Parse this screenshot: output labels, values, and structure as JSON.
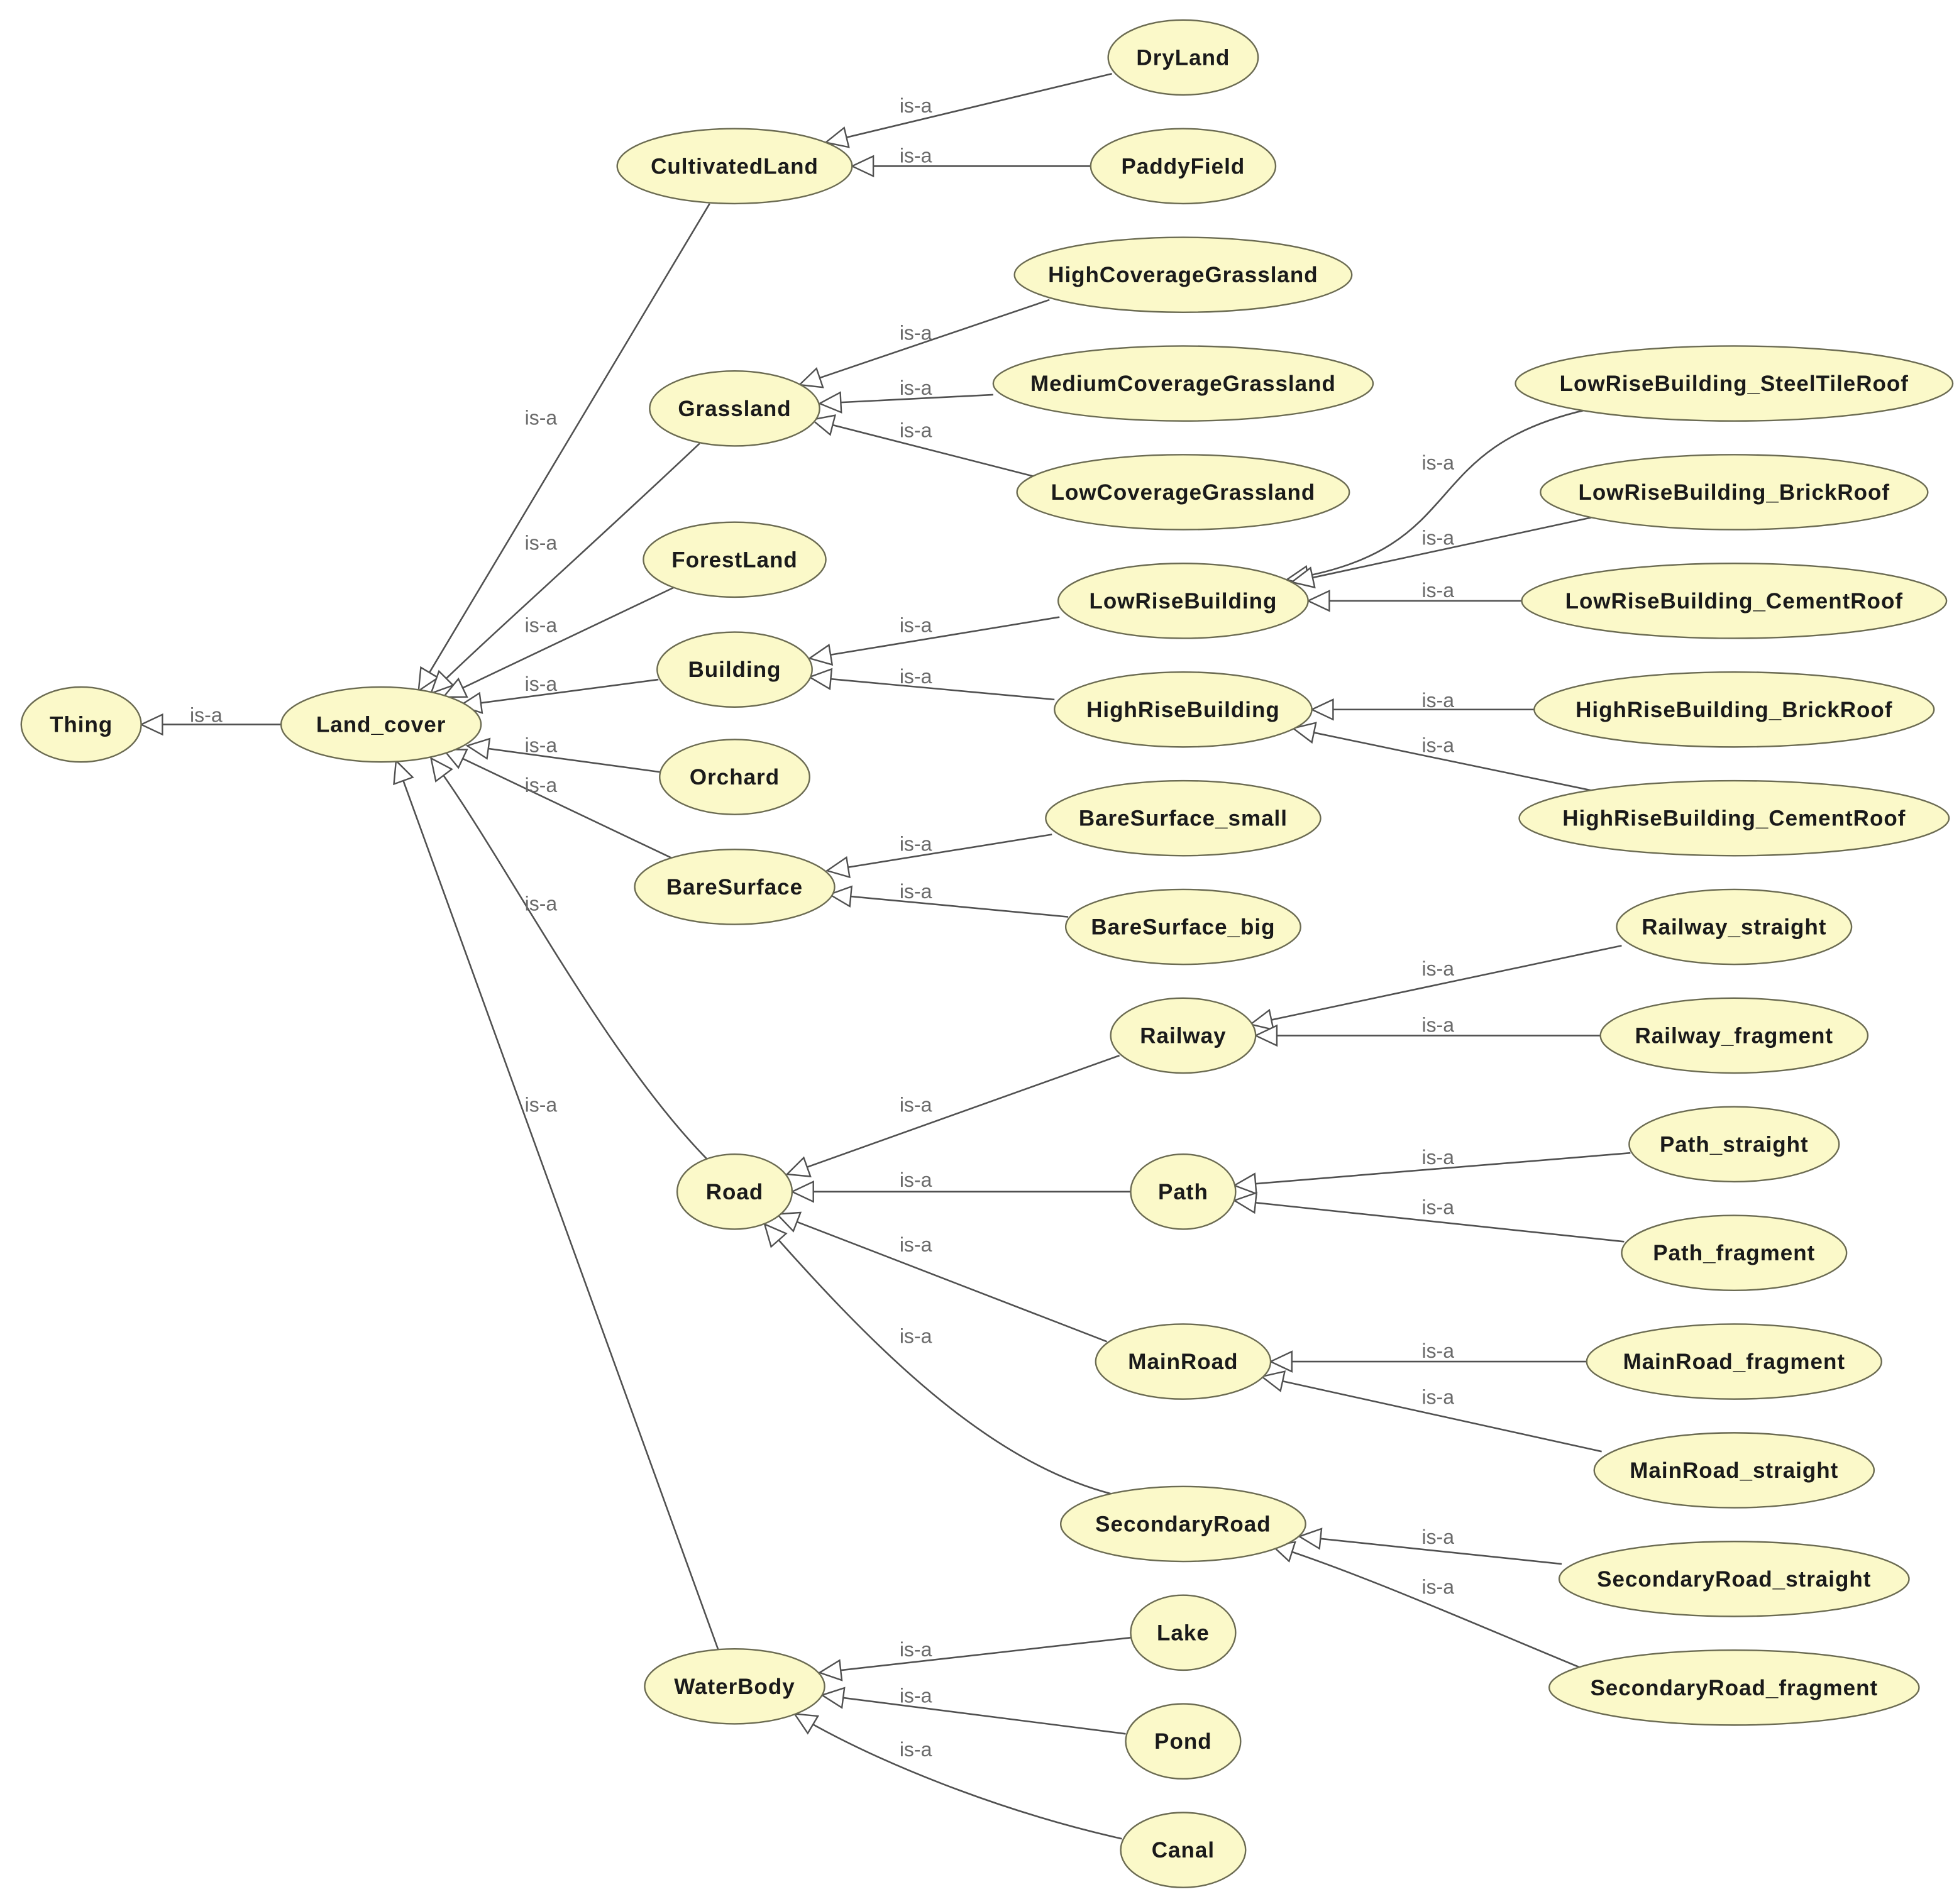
{
  "edge_label": "is-a",
  "nodes": [
    {
      "id": "Thing",
      "label": "Thing"
    },
    {
      "id": "Land_cover",
      "label": "Land_cover"
    },
    {
      "id": "CultivatedLand",
      "label": "CultivatedLand"
    },
    {
      "id": "DryLand",
      "label": "DryLand"
    },
    {
      "id": "PaddyField",
      "label": "PaddyField"
    },
    {
      "id": "Grassland",
      "label": "Grassland"
    },
    {
      "id": "HighCoverageGrassland",
      "label": "HighCoverageGrassland"
    },
    {
      "id": "MediumCoverageGrassland",
      "label": "MediumCoverageGrassland"
    },
    {
      "id": "LowCoverageGrassland",
      "label": "LowCoverageGrassland"
    },
    {
      "id": "ForestLand",
      "label": "ForestLand"
    },
    {
      "id": "Building",
      "label": "Building"
    },
    {
      "id": "LowRiseBuilding",
      "label": "LowRiseBuilding"
    },
    {
      "id": "HighRiseBuilding",
      "label": "HighRiseBuilding"
    },
    {
      "id": "LowRiseBuilding_SteelTileRoof",
      "label": "LowRiseBuilding_SteelTileRoof"
    },
    {
      "id": "LowRiseBuilding_BrickRoof",
      "label": "LowRiseBuilding_BrickRoof"
    },
    {
      "id": "LowRiseBuilding_CementRoof",
      "label": "LowRiseBuilding_CementRoof"
    },
    {
      "id": "HighRiseBuilding_BrickRoof",
      "label": "HighRiseBuilding_BrickRoof"
    },
    {
      "id": "HighRiseBuilding_CementRoof",
      "label": "HighRiseBuilding_CementRoof"
    },
    {
      "id": "Orchard",
      "label": "Orchard"
    },
    {
      "id": "BareSurface",
      "label": "BareSurface"
    },
    {
      "id": "BareSurface_small",
      "label": "BareSurface_small"
    },
    {
      "id": "BareSurface_big",
      "label": "BareSurface_big"
    },
    {
      "id": "Road",
      "label": "Road"
    },
    {
      "id": "Railway",
      "label": "Railway"
    },
    {
      "id": "Railway_straight",
      "label": "Railway_straight"
    },
    {
      "id": "Railway_fragment",
      "label": "Railway_fragment"
    },
    {
      "id": "Path",
      "label": "Path"
    },
    {
      "id": "Path_straight",
      "label": "Path_straight"
    },
    {
      "id": "Path_fragment",
      "label": "Path_fragment"
    },
    {
      "id": "MainRoad",
      "label": "MainRoad"
    },
    {
      "id": "MainRoad_fragment",
      "label": "MainRoad_fragment"
    },
    {
      "id": "MainRoad_straight",
      "label": "MainRoad_straight"
    },
    {
      "id": "SecondaryRoad",
      "label": "SecondaryRoad"
    },
    {
      "id": "SecondaryRoad_straight",
      "label": "SecondaryRoad_straight"
    },
    {
      "id": "SecondaryRoad_fragment",
      "label": "SecondaryRoad_fragment"
    },
    {
      "id": "WaterBody",
      "label": "WaterBody"
    },
    {
      "id": "Lake",
      "label": "Lake"
    },
    {
      "id": "Pond",
      "label": "Pond"
    },
    {
      "id": "Canal",
      "label": "Canal"
    }
  ],
  "edges": [
    {
      "from": "Land_cover",
      "to": "Thing",
      "label": "is-a"
    },
    {
      "from": "CultivatedLand",
      "to": "Land_cover",
      "label": "is-a"
    },
    {
      "from": "Grassland",
      "to": "Land_cover",
      "label": "is-a"
    },
    {
      "from": "ForestLand",
      "to": "Land_cover",
      "label": "is-a"
    },
    {
      "from": "Building",
      "to": "Land_cover",
      "label": "is-a"
    },
    {
      "from": "Orchard",
      "to": "Land_cover",
      "label": "is-a"
    },
    {
      "from": "BareSurface",
      "to": "Land_cover",
      "label": "is-a"
    },
    {
      "from": "Road",
      "to": "Land_cover",
      "label": "is-a"
    },
    {
      "from": "WaterBody",
      "to": "Land_cover",
      "label": "is-a"
    },
    {
      "from": "DryLand",
      "to": "CultivatedLand",
      "label": "is-a"
    },
    {
      "from": "PaddyField",
      "to": "CultivatedLand",
      "label": "is-a"
    },
    {
      "from": "HighCoverageGrassland",
      "to": "Grassland",
      "label": "is-a"
    },
    {
      "from": "MediumCoverageGrassland",
      "to": "Grassland",
      "label": "is-a"
    },
    {
      "from": "LowCoverageGrassland",
      "to": "Grassland",
      "label": "is-a"
    },
    {
      "from": "LowRiseBuilding",
      "to": "Building",
      "label": "is-a"
    },
    {
      "from": "HighRiseBuilding",
      "to": "Building",
      "label": "is-a"
    },
    {
      "from": "LowRiseBuilding_SteelTileRoof",
      "to": "LowRiseBuilding",
      "label": "is-a"
    },
    {
      "from": "LowRiseBuilding_BrickRoof",
      "to": "LowRiseBuilding",
      "label": "is-a"
    },
    {
      "from": "LowRiseBuilding_CementRoof",
      "to": "LowRiseBuilding",
      "label": "is-a"
    },
    {
      "from": "HighRiseBuilding_BrickRoof",
      "to": "HighRiseBuilding",
      "label": "is-a"
    },
    {
      "from": "HighRiseBuilding_CementRoof",
      "to": "HighRiseBuilding",
      "label": "is-a"
    },
    {
      "from": "BareSurface_small",
      "to": "BareSurface",
      "label": "is-a"
    },
    {
      "from": "BareSurface_big",
      "to": "BareSurface",
      "label": "is-a"
    },
    {
      "from": "Railway",
      "to": "Road",
      "label": "is-a"
    },
    {
      "from": "Path",
      "to": "Road",
      "label": "is-a"
    },
    {
      "from": "MainRoad",
      "to": "Road",
      "label": "is-a"
    },
    {
      "from": "SecondaryRoad",
      "to": "Road",
      "label": "is-a"
    },
    {
      "from": "Railway_straight",
      "to": "Railway",
      "label": "is-a"
    },
    {
      "from": "Railway_fragment",
      "to": "Railway",
      "label": "is-a"
    },
    {
      "from": "Path_straight",
      "to": "Path",
      "label": "is-a"
    },
    {
      "from": "Path_fragment",
      "to": "Path",
      "label": "is-a"
    },
    {
      "from": "MainRoad_fragment",
      "to": "MainRoad",
      "label": "is-a"
    },
    {
      "from": "MainRoad_straight",
      "to": "MainRoad",
      "label": "is-a"
    },
    {
      "from": "SecondaryRoad_straight",
      "to": "SecondaryRoad",
      "label": "is-a"
    },
    {
      "from": "SecondaryRoad_fragment",
      "to": "SecondaryRoad",
      "label": "is-a"
    },
    {
      "from": "Lake",
      "to": "WaterBody",
      "label": "is-a"
    },
    {
      "from": "Pond",
      "to": "WaterBody",
      "label": "is-a"
    },
    {
      "from": "Canal",
      "to": "WaterBody",
      "label": "is-a"
    }
  ],
  "colors": {
    "node_fill": "#fbf9c9",
    "node_stroke": "#6b6b52",
    "edge": "#505050",
    "edge_label": "#6a6a6a",
    "text": "#1a1a1a"
  }
}
